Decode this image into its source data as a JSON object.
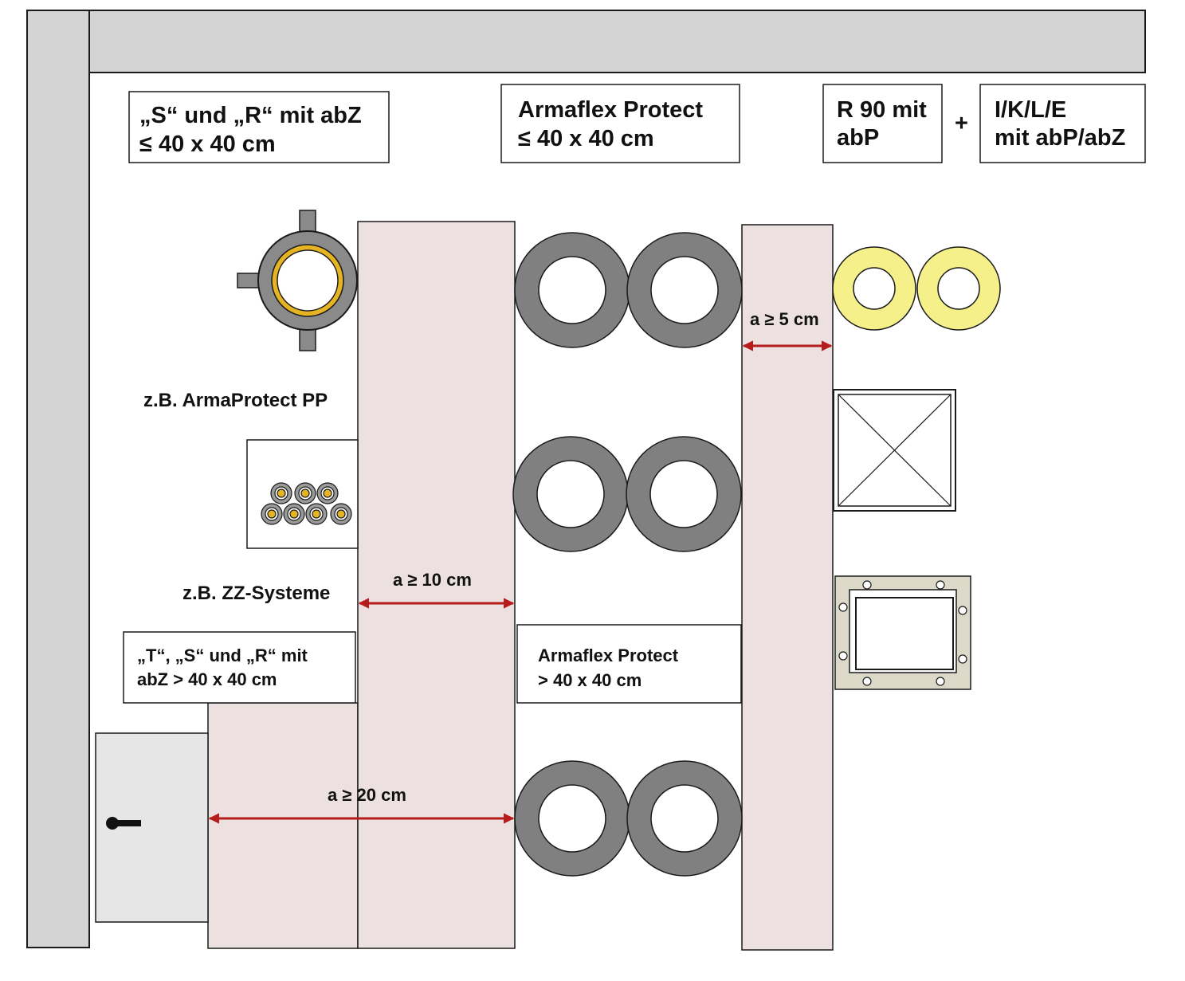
{
  "labels": {
    "box1_line1": "„S“ und „R“ mit abZ",
    "box1_line2": "≤ 40 x 40 cm",
    "box2_line1": "Armaflex Protect",
    "box2_line2": "≤ 40 x 40 cm",
    "box3_line1": "R 90 mit",
    "box3_line2": "abP",
    "plus": "+",
    "box4_line1": "I/K/L/E",
    "box4_line2": "mit abP/abZ",
    "armaprotect_pp": "z.B. ArmaProtect PP",
    "zz_systeme": "z.B. ZZ-Systeme",
    "box5_line1": "„T“, „S“ und „R“ mit",
    "box5_line2": "abZ  > 40 x 40 cm",
    "box6_line1": "Armaflex Protect",
    "box6_line2": "> 40 x 40 cm",
    "dist_5": "a ≥ 5 cm",
    "dist_10": "a ≥ 10 cm",
    "dist_20": "a ≥ 20 cm"
  },
  "colors": {
    "wall": "#d4d4d4",
    "zone": "#ede0e0",
    "insulation": "#808080",
    "mineral_wool": "#f5f08a",
    "arrow": "#b71c1c",
    "stroke": "#1a1a1a",
    "damper_frame": "#ddd9c8",
    "collar": "#8a8a8a",
    "collar_ring": "#e6b422"
  }
}
